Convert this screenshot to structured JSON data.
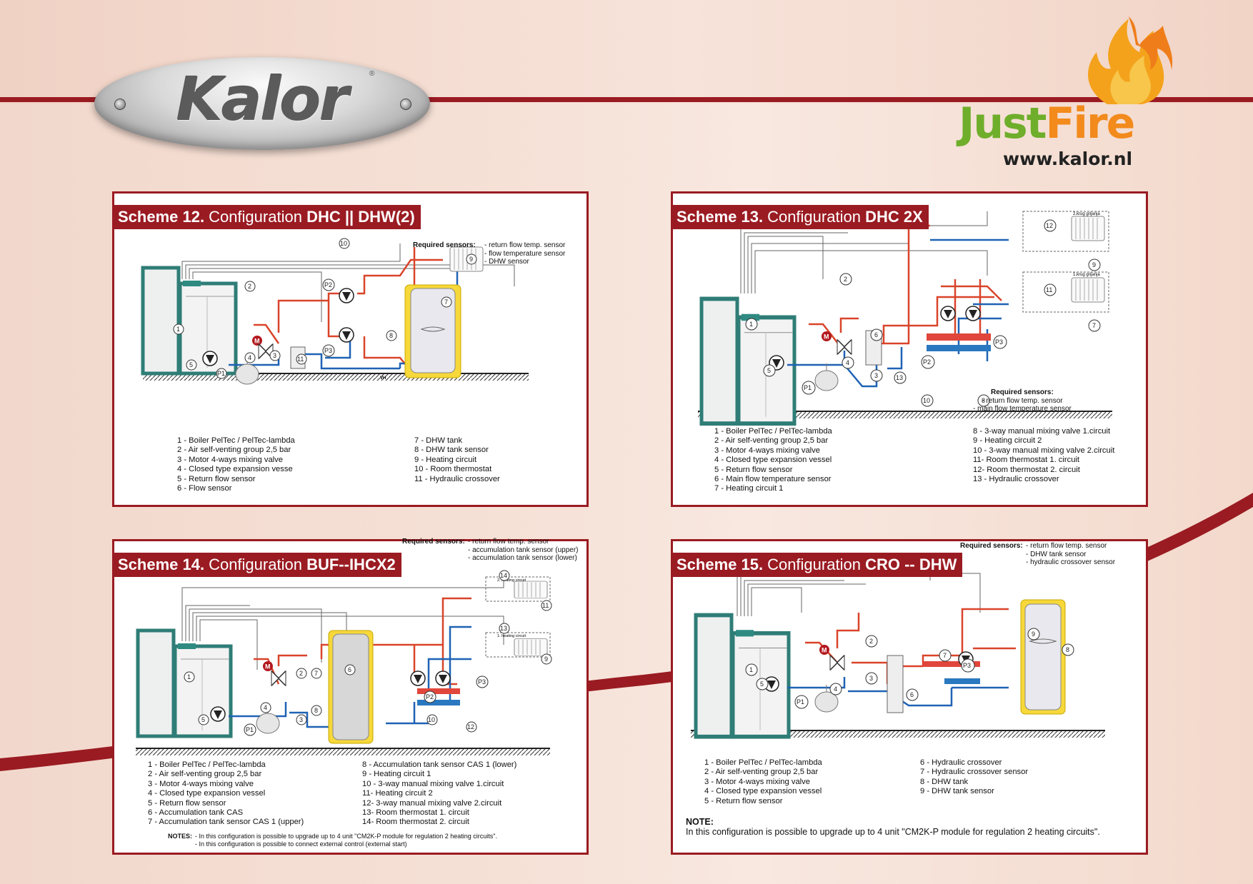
{
  "brand": {
    "kalor": "Kalor",
    "reg": "®",
    "just": "Just",
    "fire": "Fire",
    "url": "www.kalor.nl"
  },
  "schemes": [
    {
      "num": "Scheme 12.",
      "label": "Configuration",
      "config": "DHC || DHW(2)",
      "req_head": "Required sensors:",
      "req_items": [
        "- return flow temp. sensor",
        "- flow temperature sensor",
        "- DHW sensor"
      ],
      "legend_left": [
        "1 - Boiler PelTec / PelTec-lambda",
        "2 - Air self-venting group 2,5 bar",
        "3 - Motor 4-ways mixing valve",
        "4 - Closed type expansion vesse",
        "5 - Return flow sensor",
        "6 - Flow sensor"
      ],
      "legend_right": [
        "7 - DHW tank",
        "8 - DHW tank sensor",
        "9 - Heating circuit",
        "10 - Room thermostat",
        "11 - Hydraulic crossover"
      ],
      "tags": {
        "vh": "VH"
      }
    },
    {
      "num": "Scheme 13.",
      "label": "Configuration",
      "config": "DHC 2X",
      "req_head": "Required sensors:",
      "req_items": [
        "- return flow temp. sensor",
        "- main flow temperature sensor"
      ],
      "legend_left": [
        "1 - Boiler PelTec / PelTec-lambda",
        "2 - Air self-venting group 2,5 bar",
        "3 - Motor 4-ways mixing valve",
        "4 - Closed type expansion vessel",
        "5 - Return flow sensor",
        "6 - Main flow temperature sensor",
        "7 - Heating circuit 1"
      ],
      "legend_right": [
        "8 - 3-way manual mixing valve 1.circuit",
        "9 - Heating circuit 2",
        "10 - 3-way manual mixing valve 2.circuit",
        "11- Room thermostat 1. circuit",
        "12- Room thermostat 2. circuit",
        "13 - Hydraulic crossover"
      ],
      "tags": {
        "krug2": "2.krug grijanja",
        "krug1": "1.krug grijanja"
      }
    },
    {
      "num": "Scheme 14.",
      "label": "Configuration",
      "config": "BUF--IHCX2",
      "req_head": "Required sensors:",
      "req_items": [
        "- return flow temp. sensor",
        "- accumulation tank sensor (upper)",
        "- accumulation tank sensor (lower)"
      ],
      "legend_left": [
        "1 - Boiler PelTec / PelTec-lambda",
        "2 - Air self-venting group 2,5 bar",
        "3 - Motor 4-ways mixing valve",
        "4 - Closed type expansion vessel",
        "5 - Return flow sensor",
        "6 - Accumulation tank CAS",
        "7 - Accumulation tank sensor CAS 1 (upper)"
      ],
      "legend_right": [
        "8 - Accumulation tank sensor CAS 1 (lower)",
        "9 - Heating circuit 1",
        "10 - 3-way manual mixing valve 1.circuit",
        "11- Heating circuit 2",
        "12- 3-way manual mixing valve 2.circuit",
        "13- Room thermostat 1. circuit",
        "14- Room thermostat 2. circuit"
      ],
      "notes_head": "NOTES:",
      "notes": [
        "- In this configuration is possible to upgrade up to 4 unit \"CM2K-P module for regulation 2 heating circuits\".",
        "- In this configuration is possible to connect external control (external start)"
      ],
      "tags": {
        "hc2": "2. heating circuit",
        "hc1": "1. heating circuit"
      }
    },
    {
      "num": "Scheme 15.",
      "label": "Configuration",
      "config": "CRO -- DHW",
      "req_head": "Required sensors:",
      "req_items": [
        "- return flow temp. sensor",
        "- DHW tank sensor",
        "- hydraulic crossover sensor"
      ],
      "legend_left": [
        "1 - Boiler PelTec / PelTec-lambda",
        "2 - Air self-venting group 2,5 bar",
        "3 - Motor 4-ways mixing valve",
        "4 - Closed type expansion vessel",
        "5 - Return flow sensor"
      ],
      "legend_right": [
        "6 - Hydraulic crossover",
        "7 - Hydraulic crossover sensor",
        "8 - DHW tank",
        "9 - DHW tank sensor"
      ],
      "note_head": "NOTE:",
      "note": "In this configuration is possible to upgrade up to 4 unit \"CM2K-P module for regulation 2 heating circuits\"."
    }
  ],
  "symbols": {
    "motor": "M",
    "bar": "bar"
  }
}
